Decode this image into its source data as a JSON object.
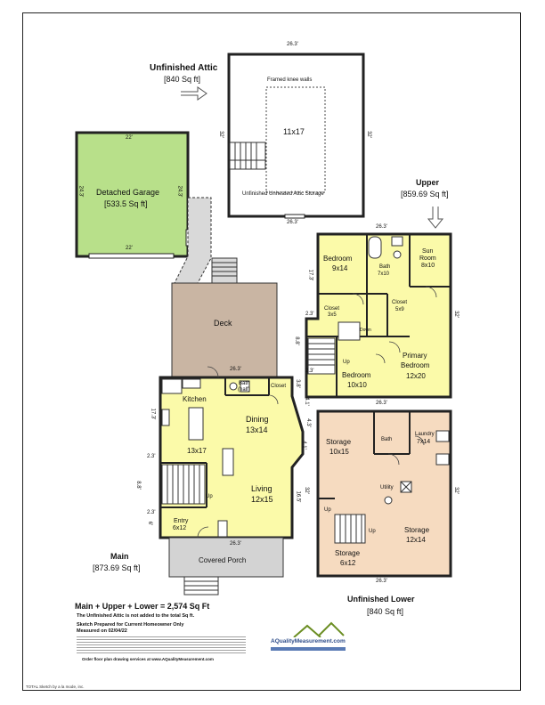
{
  "attic": {
    "title": "Unfinished Attic",
    "area": "[840 Sq ft]",
    "dim_top": "26.3'",
    "dim_bottom": "26.3'",
    "dim_left": "32'",
    "dim_right": "32'",
    "knee_walls": "Framed knee walls",
    "size": "11x17",
    "storage": "Unfinished Unheated Attic Storage"
  },
  "garage": {
    "name": "Detached Garage",
    "area": "[533.5 Sq ft]",
    "dim_top": "22'",
    "dim_bottom": "22'",
    "dim_left": "24.3'",
    "dim_right": "24.3'"
  },
  "upper": {
    "title": "Upper",
    "area": "[859.69 Sq ft]",
    "dim_top": "26.3'",
    "dim_bottom": "26.3'",
    "dim_right": "32'",
    "dim_left_1": "17.3'",
    "dim_left_2": "2.3'",
    "dim_left_3": "8.8'",
    "dim_left_4": "2.3'",
    "bedroom1": {
      "name": "Bedroom",
      "size": "9x14"
    },
    "bath": {
      "name": "Bath",
      "size": "7x10"
    },
    "sunroom": {
      "name": "Sun\nRoom",
      "name1": "Sun",
      "name2": "Room",
      "size": "8x10"
    },
    "closet1": {
      "name": "Closet",
      "size": "3x5"
    },
    "closet2": {
      "name": "Closet",
      "size": "5x9"
    },
    "primary": {
      "name1": "Primary",
      "name2": "Bedroom",
      "size": "12x20"
    },
    "bedroom2": {
      "name": "Bedroom",
      "size": "10x10"
    },
    "up": "Up",
    "down": "Down"
  },
  "main": {
    "title": "Main",
    "area": "[873.69 Sq ft]",
    "dim_top": "26.3'",
    "dim_bottom": "26.3'",
    "dim_left_1": "17.3'",
    "dim_left_2": "2.3'",
    "dim_left_3": "8.8'",
    "dim_left_4": "2.3'",
    "dim_left_5": "6'",
    "dim_right_1": "3.8'",
    "dim_right_2": "4.1'",
    "dim_right_3": "4.3'",
    "dim_right_4": "4.1'",
    "dim_right_5": "16.5'",
    "deck": "Deck",
    "kitchen": "Kitchen",
    "kitchen_size": "13x17",
    "bath": "Bath\n(half)",
    "bath1": "Bath",
    "bath2": "(half)",
    "closet": "Closet",
    "dining": "Dining",
    "dining_size": "13x14",
    "living": "Living",
    "living_size": "12x15",
    "entry": "Entry",
    "entry_size": "6x12",
    "up": "Up",
    "porch": "Covered Porch"
  },
  "lower": {
    "title": "Unfinished Lower",
    "area": "[840 Sq ft]",
    "dim_bottom": "26.3'",
    "dim_right": "32'",
    "dim_left": "32'",
    "storage1": {
      "name": "Storage",
      "size": "10x15"
    },
    "bath": "Bath",
    "laundry": {
      "name": "Laundry",
      "size": "7x14"
    },
    "utility": "Utility",
    "storage2": {
      "name": "Storage",
      "size": "6x12"
    },
    "storage3": {
      "name": "Storage",
      "size": "12x14"
    },
    "up": "Up"
  },
  "summary": {
    "total": "Main + Upper + Lower = 2,574 Sq Ft",
    "attic_note": "The Unfinished Attic is not added to the total Sq ft.",
    "prepared": "Sketch Prepared for Current Homeowner Only",
    "measured": "Measured on 02/04/22",
    "order": "Order floor plan drawing services at www.AQualityMeasurement.com"
  },
  "logo": {
    "text": "AQualityMeasurement.com"
  },
  "footer": "TOTAL Sketch by a la mode, inc.",
  "colors": {
    "yellow": "#fbfaa9",
    "green": "#b8e08a",
    "deck": "#c9b5a3",
    "lower": "#f6dbc0",
    "porch": "#d3d3d3",
    "wall": "#222222"
  }
}
